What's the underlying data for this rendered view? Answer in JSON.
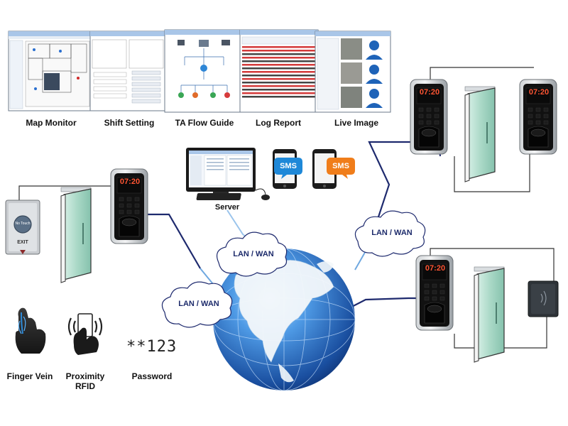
{
  "software": {
    "screens": [
      {
        "label": "Map Monitor"
      },
      {
        "label": "Shift Setting"
      },
      {
        "label": "TA Flow Guide"
      },
      {
        "label": "Log Report"
      },
      {
        "label": "Live Image"
      }
    ]
  },
  "network": {
    "server_label": "Server",
    "sms_label_1": "SMS",
    "sms_label_2": "SMS",
    "cloud_1": "LAN / WAN",
    "cloud_2": "LAN / WAN",
    "cloud_3": "LAN / WAN"
  },
  "devices": {
    "exit_button_text": "No Touch",
    "exit_label": "EXIT",
    "clock_time": "07:20"
  },
  "auth": {
    "finger_vein": "Finger Vein",
    "proximity_line1": "Proximity",
    "proximity_line2": "RFID",
    "password_label": "Password",
    "password_value": "**123"
  },
  "colors": {
    "sms_blue": "#1e88d8",
    "sms_orange": "#f07d1a",
    "globe_blue": "#1f5fb0",
    "line_navy": "#1e2a6e"
  }
}
